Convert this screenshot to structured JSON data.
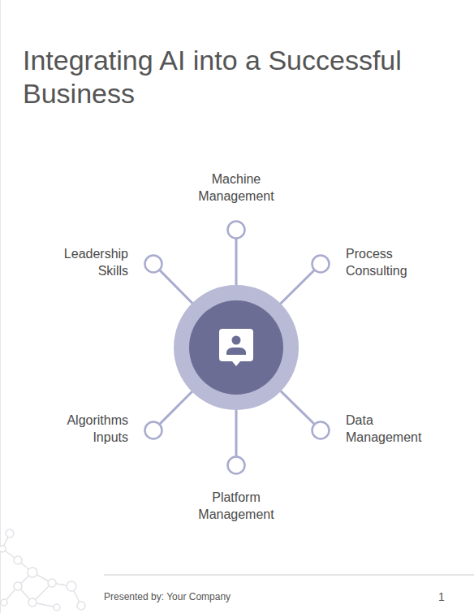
{
  "diagram": {
    "title": "Integrating AI into a Successful Business",
    "nodes": [
      {
        "text": [
          "Machine Management"
        ]
      },
      {
        "text": [
          "Leadership Skills"
        ]
      },
      {
        "text": [
          "Process Consulting"
        ]
      },
      {
        "text": [
          "Algorithms Inputs"
        ]
      },
      {
        "text": [
          "Data Management"
        ]
      },
      {
        "text": [
          "Platform Management"
        ]
      }
    ],
    "labels": [
      "Presented by: Your Company",
      "1"
    ]
  }
}
